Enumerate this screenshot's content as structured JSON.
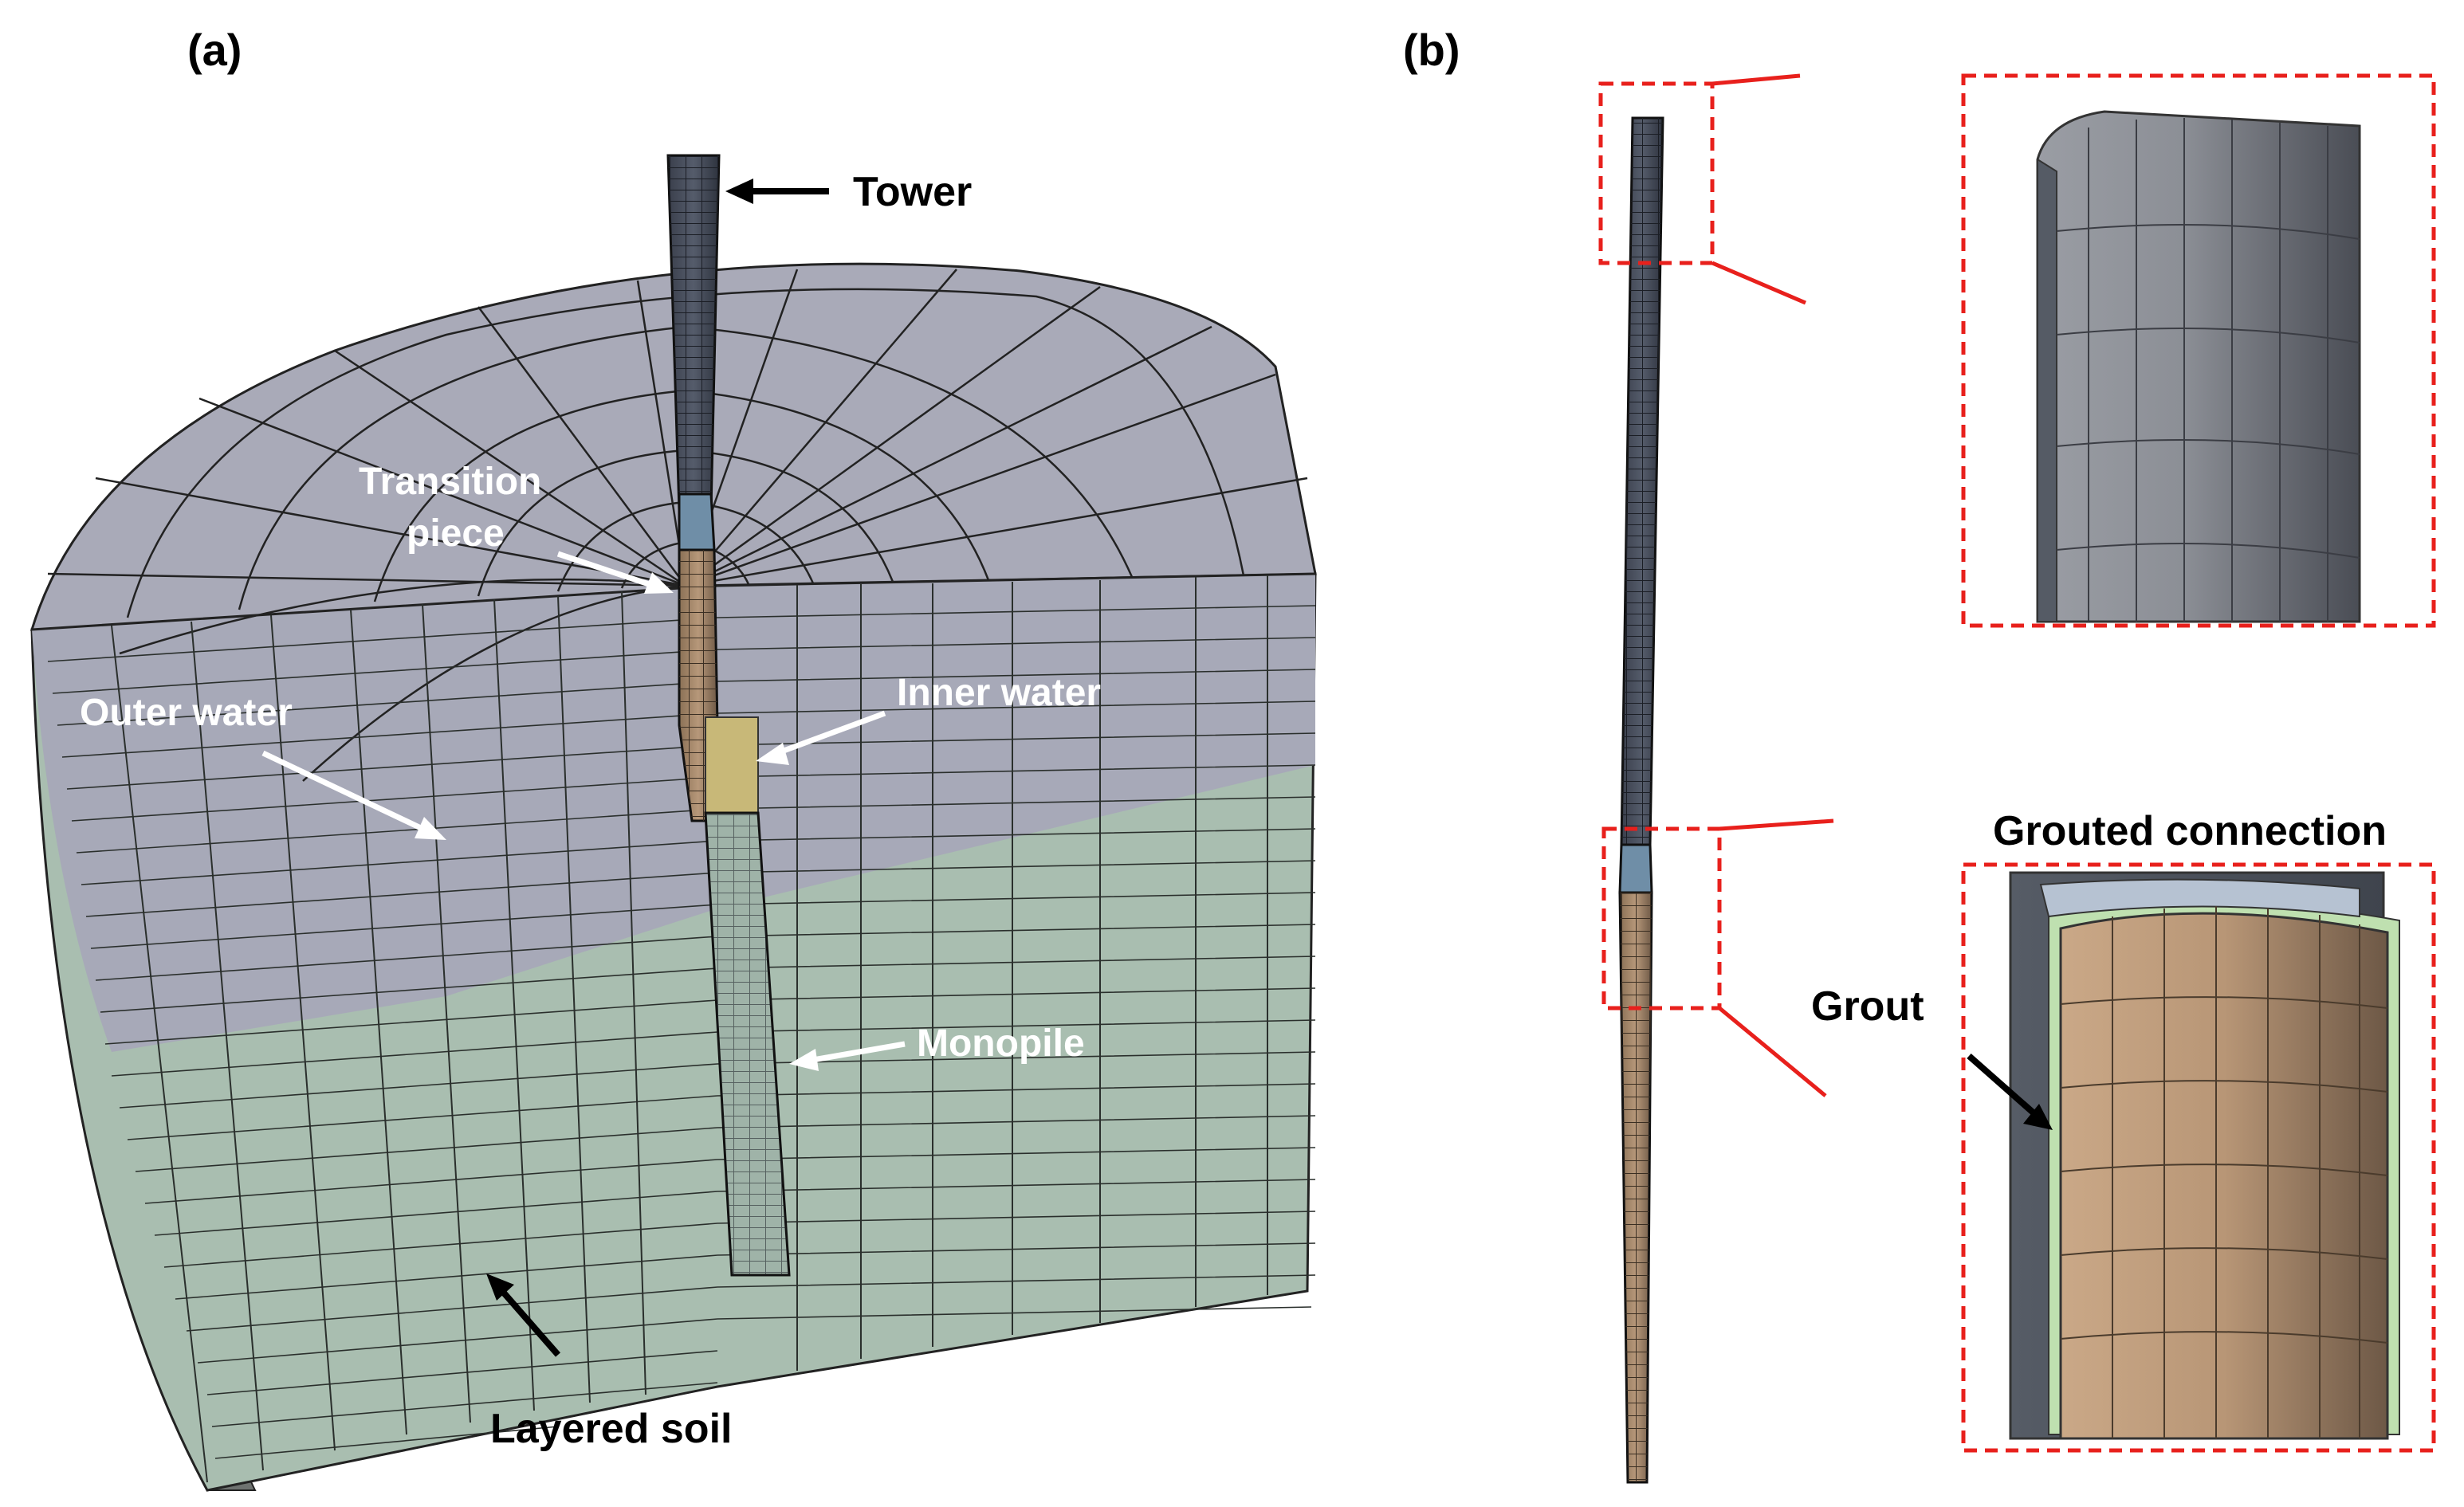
{
  "panels": {
    "a": {
      "tag": "(a)"
    },
    "b": {
      "tag": "(b)"
    }
  },
  "labels": {
    "tower": "Tower",
    "transition_piece_line1": "Transition",
    "transition_piece_line2": "piece",
    "outer_water": "Outer water",
    "inner_water": "Inner water",
    "monopile": "Monopile",
    "layered_soil": "Layered soil",
    "grouted_connection": "Grouted connection",
    "grout": "Grout"
  },
  "colors": {
    "water_surface": "#a9aab8",
    "soil": "#a9beb0",
    "tower_dark": "#3e4452",
    "transition_blue": "#6f8ea7",
    "monopile_tan": "#b99a78",
    "inner_water_yellow": "#c8b878",
    "callout_red": "#e8201c",
    "grout_green": "#bfe0b0"
  }
}
